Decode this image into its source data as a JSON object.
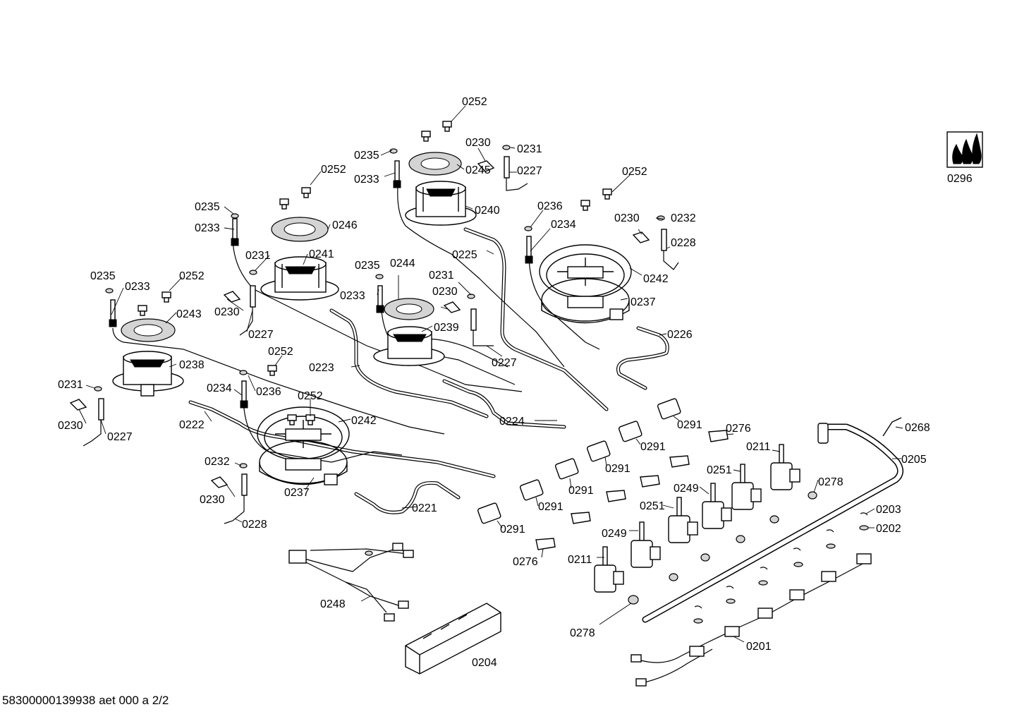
{
  "document_id": "58300000139938 aet 000 a 2/2",
  "callouts": {
    "0201": "0201",
    "0202": "0202",
    "0203": "0203",
    "0204": "0204",
    "0205": "0205",
    "0211": "0211",
    "0221": "0221",
    "0222": "0222",
    "0223": "0223",
    "0224": "0224",
    "0225": "0225",
    "0226": "0226",
    "0227": "0227",
    "0228": "0228",
    "0230": "0230",
    "0231": "0231",
    "0232": "0232",
    "0233": "0233",
    "0234": "0234",
    "0235": "0235",
    "0236": "0236",
    "0237": "0237",
    "0238": "0238",
    "0239": "0239",
    "0240": "0240",
    "0241": "0241",
    "0242": "0242",
    "0243": "0243",
    "0244": "0244",
    "0245": "0245",
    "0246": "0246",
    "0248": "0248",
    "0249": "0249",
    "0251": "0251",
    "0252": "0252",
    "0268": "0268",
    "0276": "0276",
    "0278": "0278",
    "0291": "0291",
    "0296": "0296"
  },
  "icons": {
    "flame_badge": "flame-icon"
  }
}
